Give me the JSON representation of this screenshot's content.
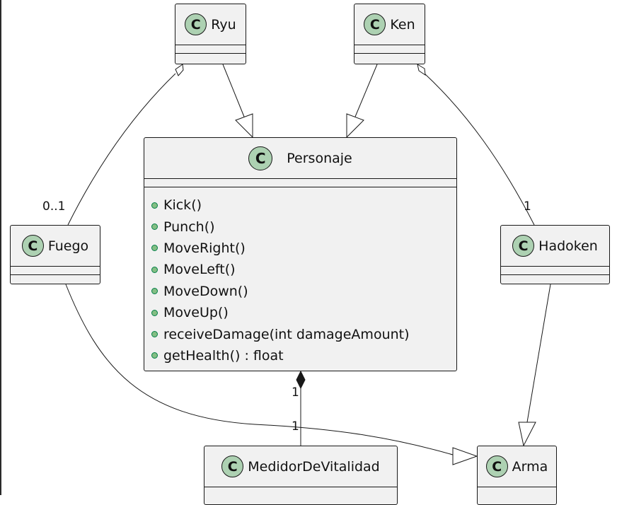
{
  "classes": {
    "ryu": {
      "name": "Ryu",
      "badge": "C"
    },
    "ken": {
      "name": "Ken",
      "badge": "C"
    },
    "personaje": {
      "name": "Personaje",
      "badge": "C",
      "methods": [
        "Kick()",
        "Punch()",
        "MoveRight()",
        "MoveLeft()",
        "MoveDown()",
        "MoveUp()",
        "receiveDamage(int damageAmount)",
        "getHealth() : float"
      ]
    },
    "fuego": {
      "name": "Fuego",
      "badge": "C"
    },
    "hadoken": {
      "name": "Hadoken",
      "badge": "C"
    },
    "medidor": {
      "name": "MedidorDeVitalidad",
      "badge": "C"
    },
    "arma": {
      "name": "Arma",
      "badge": "C"
    }
  },
  "multiplicities": {
    "ryu_fuego": "0..1",
    "ken_hadoken": "1",
    "personaje_side": "1",
    "medidor_side": "1"
  },
  "colors": {
    "class_fill": "#f1f1f1",
    "badge_fill": "#add1b2",
    "method_dot": "#84be84",
    "line": "#181818"
  }
}
